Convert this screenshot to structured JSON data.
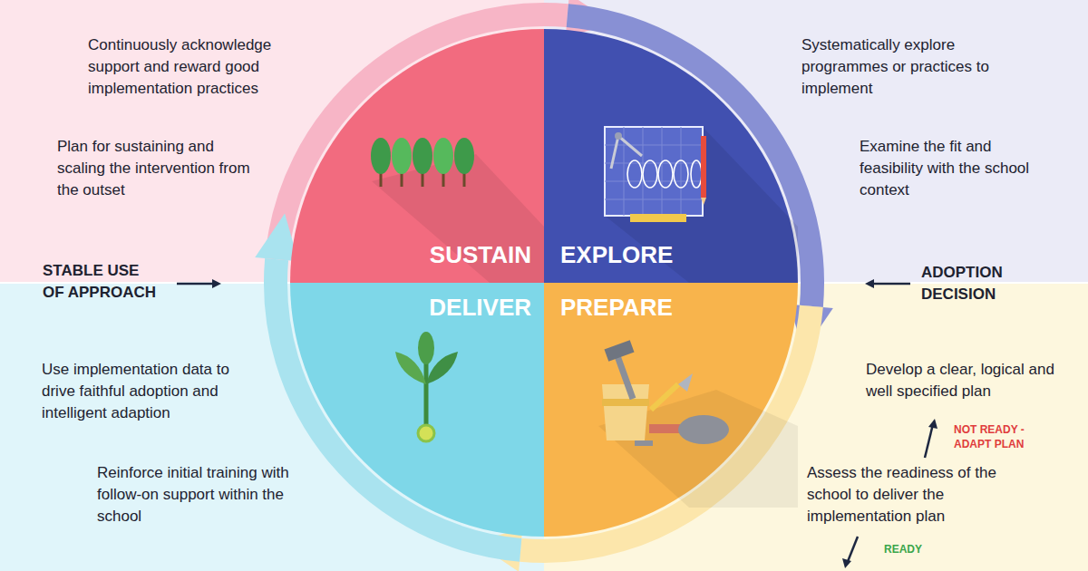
{
  "diagram": {
    "nodes": [
      {
        "text": [
          "SUSTAIN"
        ]
      },
      {
        "text": [
          "EXPLORE"
        ]
      },
      {
        "text": [
          "DELIVER"
        ]
      },
      {
        "text": [
          "PREPARE"
        ]
      }
    ],
    "edges": [
      {
        "from": 0,
        "to": 1,
        "arrow": "to"
      },
      {
        "from": 1,
        "to": 3,
        "arrow": "to"
      },
      {
        "from": 3,
        "to": 2,
        "arrow": "to"
      },
      {
        "from": 2,
        "to": 0,
        "arrow": "to"
      }
    ],
    "labels": [
      "Continuously acknowledge support and reward good implementation practices",
      "Plan for sustaining and scaling the intervention from the outset",
      "Systematically explore programmes or practices to implement",
      "Examine the fit and feasibility with the school context",
      "STABLE USE OF APPROACH",
      "ADOPTION DECISION",
      "Develop a clear, logical and well specified plan",
      "NOT READY - ADAPT PLAN",
      "Assess the readiness of the school to deliver the implementation plan",
      "READY",
      "Use implementation data to drive faithful adoption and intelligent adaption",
      "Reinforce initial training with follow-on support within the school"
    ]
  }
}
